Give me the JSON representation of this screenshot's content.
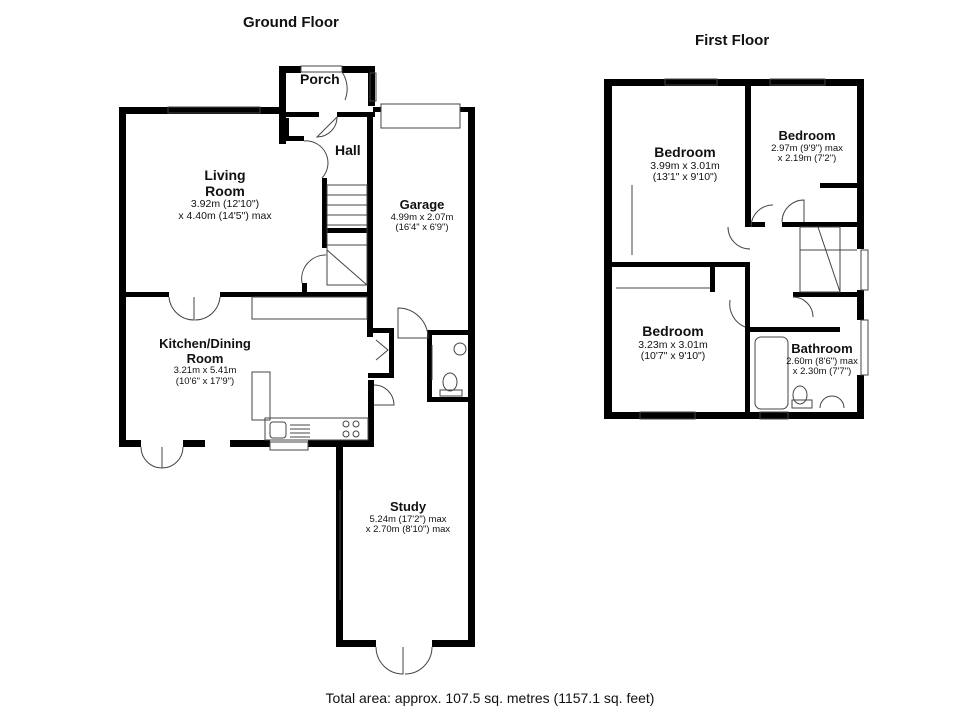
{
  "floors": {
    "ground": {
      "title": "Ground Floor"
    },
    "first": {
      "title": "First Floor"
    }
  },
  "rooms": {
    "porch": {
      "name": "Porch"
    },
    "hall": {
      "name": "Hall"
    },
    "living": {
      "name_line1": "Living",
      "name_line2": "Room",
      "dim1": "3.92m (12'10\")",
      "dim2": "x 4.40m (14'5\") max"
    },
    "garage": {
      "name": "Garage",
      "dim1": "4.99m x 2.07m",
      "dim2": "(16'4\" x 6'9\")"
    },
    "kitchen": {
      "name_line1": "Kitchen/Dining",
      "name_line2": "Room",
      "dim1": "3.21m x 5.41m",
      "dim2": "(10'6\" x 17'9\")"
    },
    "study": {
      "name": "Study",
      "dim1": "5.24m (17'2\") max",
      "dim2": "x 2.70m (8'10\") max"
    },
    "bedroom1": {
      "name": "Bedroom",
      "dim1": "3.99m x 3.01m",
      "dim2": "(13'1\" x 9'10\")"
    },
    "bedroom2": {
      "name": "Bedroom",
      "dim1": "2.97m (9'9\") max",
      "dim2": "x 2.19m (7'2\")"
    },
    "bedroom3": {
      "name": "Bedroom",
      "dim1": "3.23m x 3.01m",
      "dim2": "(10'7\" x 9'10\")"
    },
    "bathroom": {
      "name": "Bathroom",
      "dim1": "2.60m (8'6\") max",
      "dim2": "x 2.30m (7'7\")"
    }
  },
  "footer": {
    "total_area": "Total area: approx. 107.5 sq. metres (1157.1 sq. feet)"
  },
  "colors": {
    "wall": "#000000",
    "fixture": "#555555",
    "background": "#ffffff"
  }
}
